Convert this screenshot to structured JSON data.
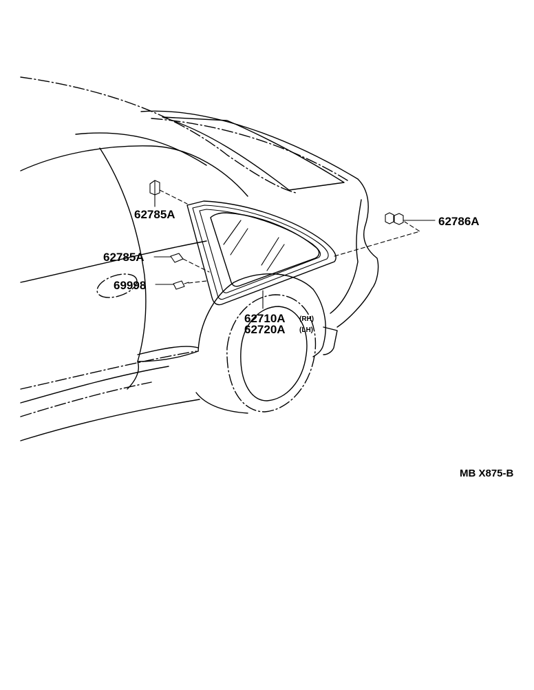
{
  "labels": {
    "clip_upper": "62785A",
    "clip_lower": "62785A",
    "clip_rear": "62786A",
    "part_small": "69998",
    "glass_rh": "62710A",
    "glass_rh_side": "(RH)",
    "glass_lh": "62720A",
    "glass_lh_side": "(LH)"
  },
  "diagram_code": "MB X875-B"
}
